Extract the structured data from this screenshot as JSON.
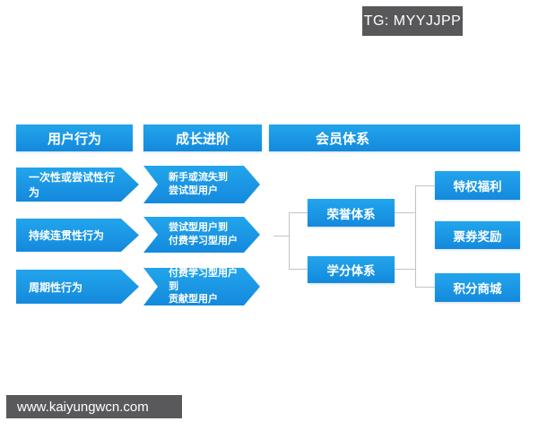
{
  "overlays": {
    "telegram_badge": "TG: MYYJJPP",
    "watermark": "www.kaiyungwcn.com"
  },
  "colors": {
    "primary_blue": "#1794e3",
    "blue_gradient_top": "#22a5ec",
    "blue_gradient_bottom": "#1489dd",
    "overlay_gray": "#58585a",
    "connector_gray": "#c3c3c3",
    "text_white": "#ffffff"
  },
  "diagram": {
    "headers": [
      {
        "label": "用户行为"
      },
      {
        "label": "成长进阶"
      },
      {
        "label": "会员体系"
      }
    ],
    "rows": [
      {
        "behavior": "一次性或尝试性行为",
        "progression": [
          "新手或流失到",
          "尝试型用户"
        ]
      },
      {
        "behavior": "持续连贯性行为",
        "progression": [
          "尝试型用户到",
          "付费学习型用户"
        ]
      },
      {
        "behavior": "周期性行为",
        "progression": [
          "付费学习型用户到",
          "贡献型用户"
        ]
      }
    ],
    "systems": [
      {
        "label": "荣誉体系"
      },
      {
        "label": "学分体系"
      }
    ],
    "benefits": [
      {
        "label": "特权福利"
      },
      {
        "label": "票券奖励"
      },
      {
        "label": "积分商城"
      }
    ]
  }
}
